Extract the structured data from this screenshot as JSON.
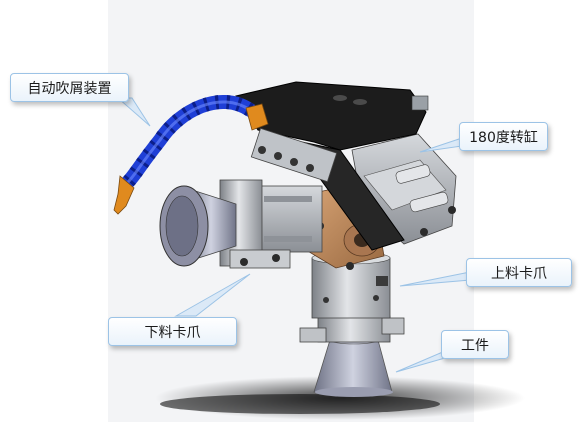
{
  "labels": {
    "auto_blow": "自动吹屑装置",
    "rotary_cylinder": "180度转缸",
    "upper_gripper": "上料卡爪",
    "lower_gripper": "下料卡爪",
    "workpiece": "工件"
  },
  "colors": {
    "background_panel": "#f3f4f6",
    "accent": "#9cc3e6",
    "hose_blue": "#1f3fd6",
    "nozzle_orange": "#e08a1e",
    "bracket_black": "#1c1c1c",
    "copper_block": "#c08a5a"
  }
}
